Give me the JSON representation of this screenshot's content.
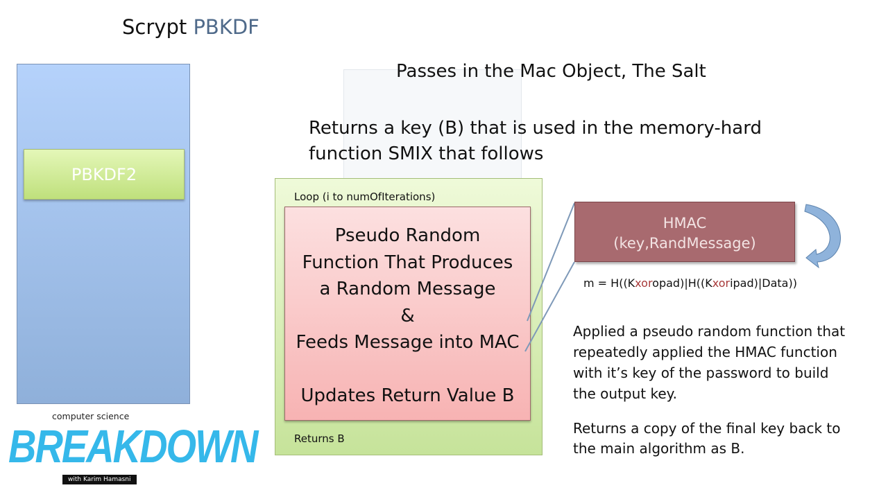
{
  "title": {
    "main": "Scrypt",
    "accent": "PBKDF"
  },
  "left_panel": {
    "block_label": "PBKDF2"
  },
  "headline": "Passes in the Mac Object, The Salt",
  "returns_text": [
    "Returns a key (B) that is used in the memory-hard",
    "function SMIX that follows"
  ],
  "loop": {
    "label": "Loop (i to numOfIterations)",
    "footer": "Returns B",
    "inner_lines": [
      "Pseudo Random",
      "Function That Produces",
      "a Random Message",
      "&",
      "Feeds Message into MAC",
      "",
      "Updates Return Value B"
    ]
  },
  "hmac": {
    "line1": "HMAC",
    "line2": "(key,RandMessage)"
  },
  "formula": {
    "p1": "m = H((K",
    "xor1": "xor",
    "p2": "opad)|H((K",
    "xor2": "xor",
    "p3": "ipad)|Data))"
  },
  "description": [
    "Applied a pseudo random function that",
    "repeatedly applied the HMAC function",
    "with it’s key of the password to build",
    "the output key."
  ],
  "description2": [
    "Returns a copy of the final key back to",
    "the main algorithm as B."
  ],
  "logo": {
    "top": "computer science",
    "main": "BREAKDOWN",
    "ribbon": "with Karim Hamasni"
  }
}
